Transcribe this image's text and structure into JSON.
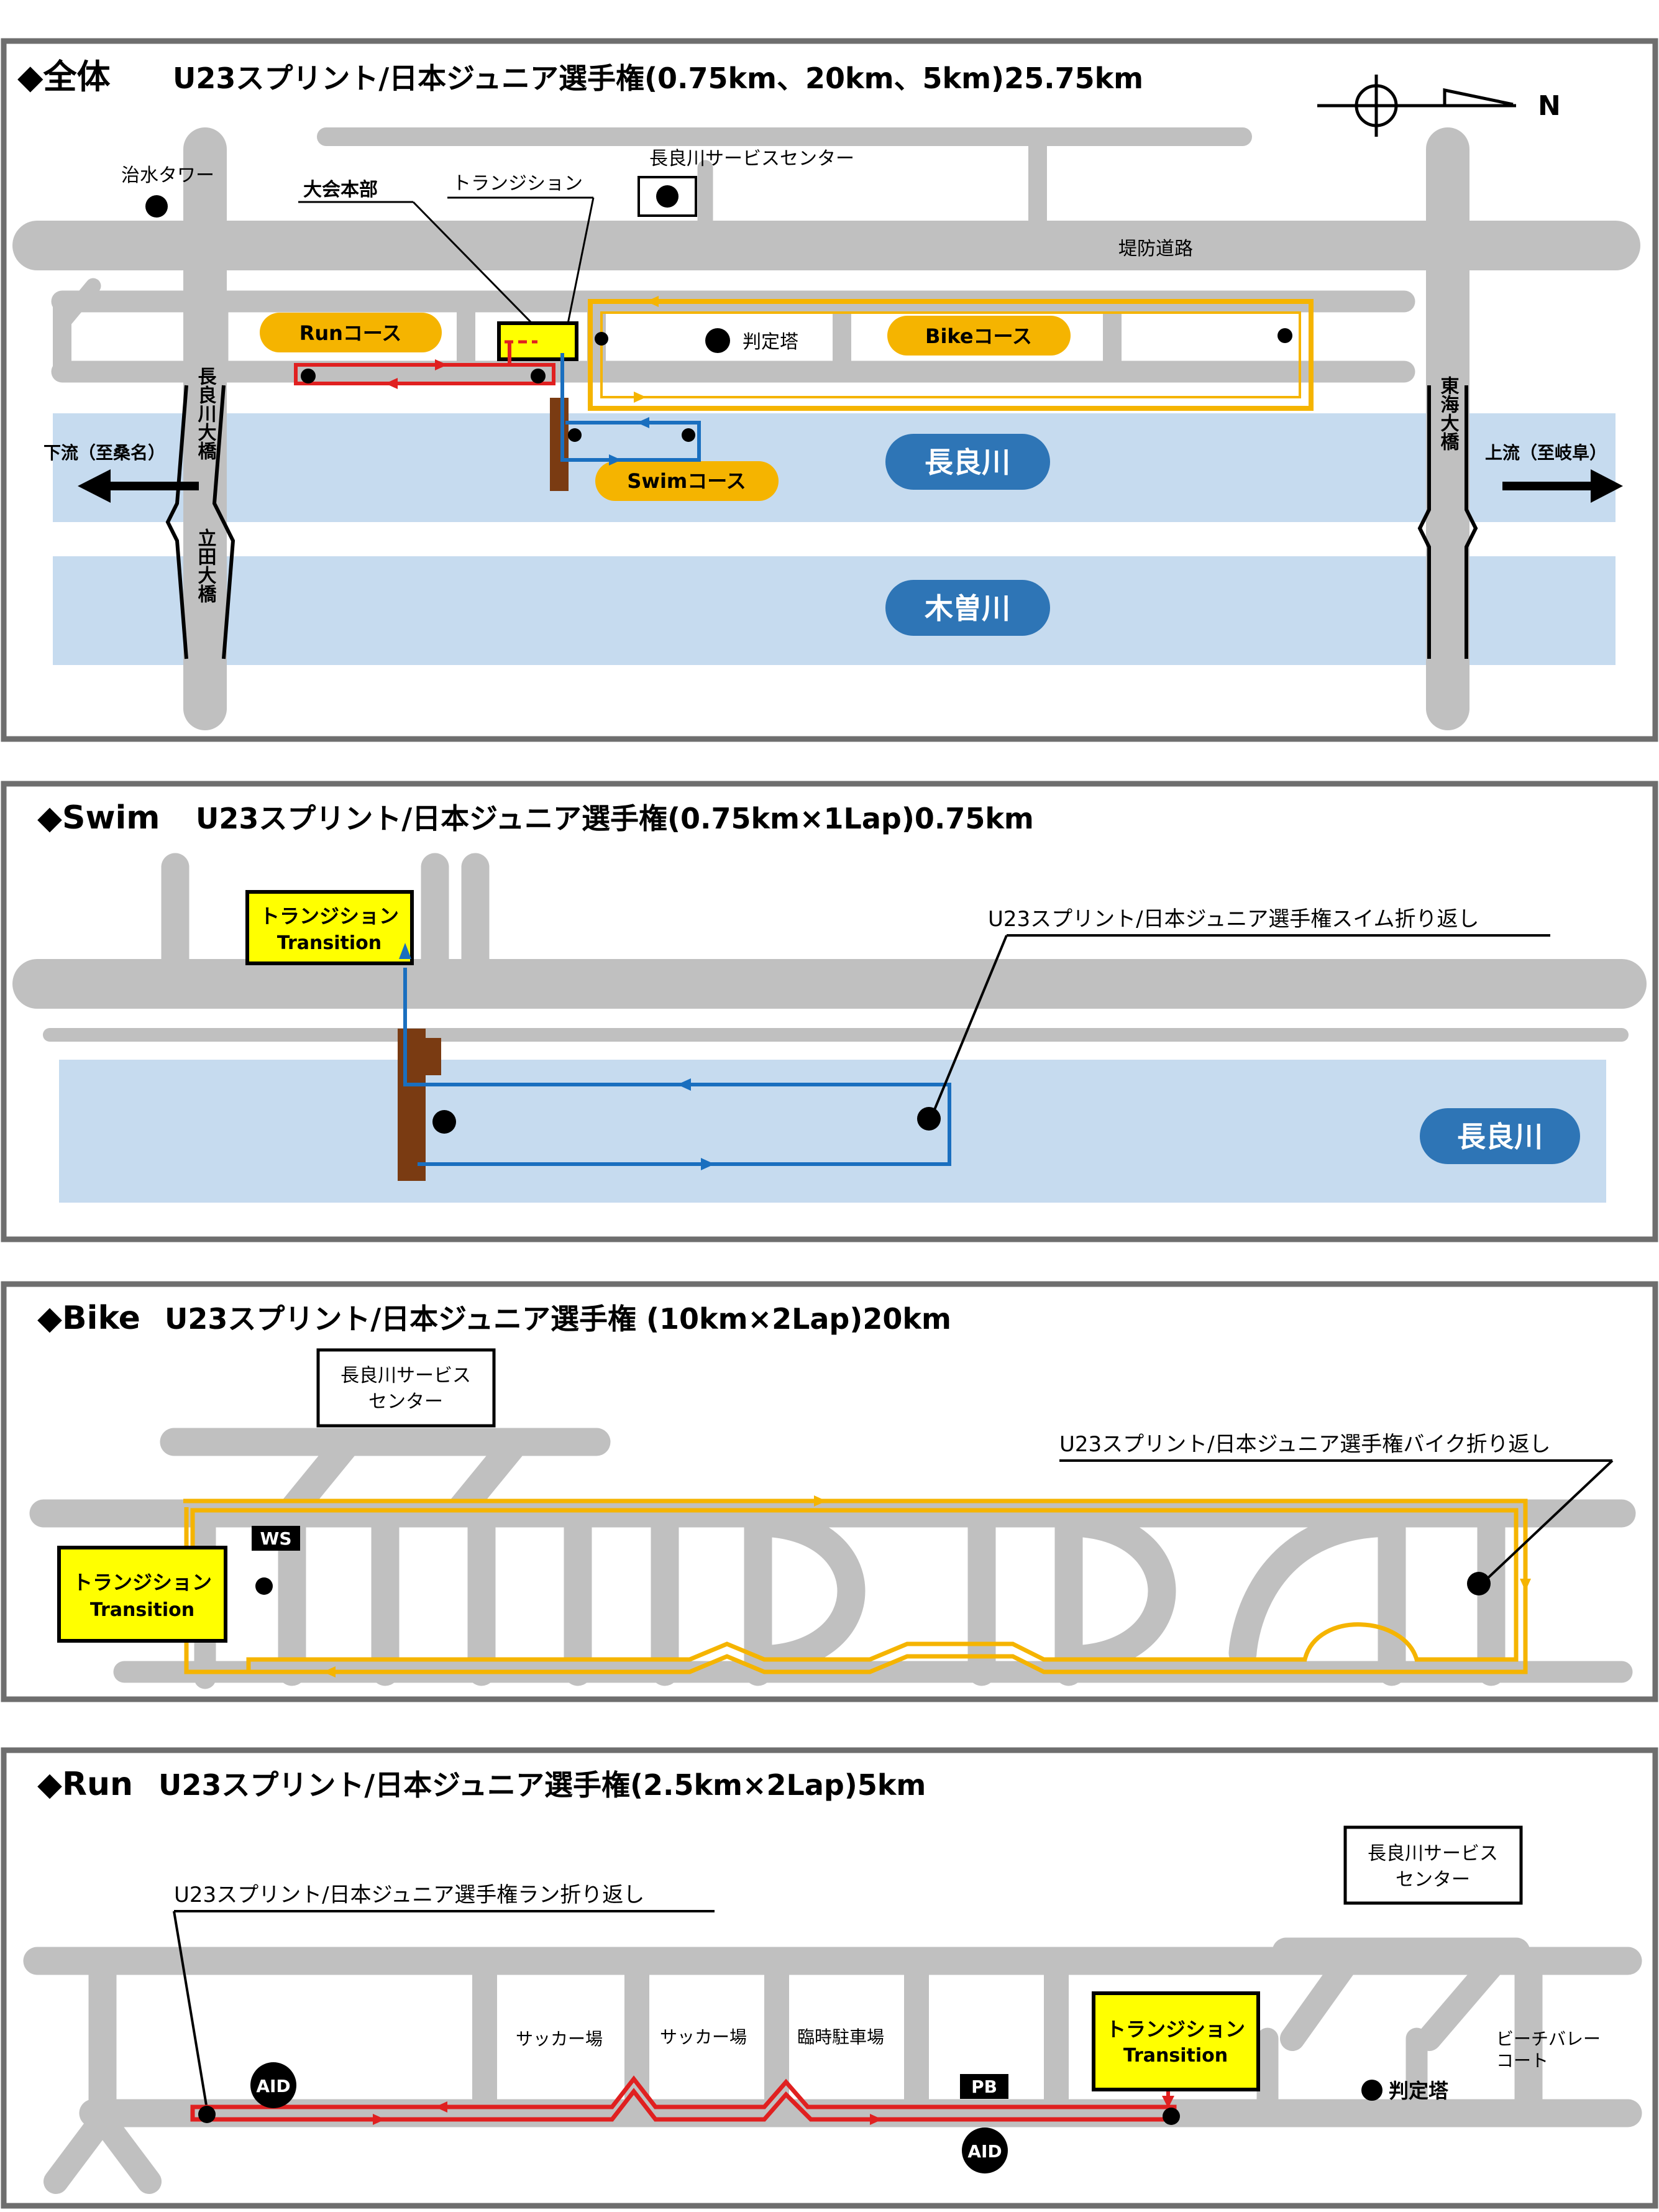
{
  "overview": {
    "heading": "◆全体",
    "title": "U23スプリント/日本ジュニア選手権(0.75km、20km、5km)25.75km",
    "north_label": "N",
    "labels": {
      "tower": "治水タワー",
      "hq": "大会本部",
      "transition": "トランジション",
      "service_center": "長良川サービスセンター",
      "levee_road": "堤防道路",
      "judge_tower": "判定塔",
      "run_course": "Runコース",
      "bike_course": "Bikeコース",
      "swim_course": "Swimコース",
      "river_nagara": "長良川",
      "river_kiso": "木曽川",
      "downstream": "下流（至桑名）",
      "upstream": "上流（至岐阜）",
      "bridge_nagaragawa": "長良川大橋",
      "bridge_tatsuta": "立田大橋",
      "bridge_tokai": "東海大橋"
    }
  },
  "swim": {
    "heading": "◆Swim",
    "title": "U23スプリント/日本ジュニア選手権(0.75km×1Lap)0.75km",
    "transition_ja": "トランジション",
    "transition_en": "Transition",
    "turn_label": "U23スプリント/日本ジュニア選手権スイム折り返し",
    "river": "長良川"
  },
  "bike": {
    "heading": "◆Bike",
    "title": "U23スプリント/日本ジュニア選手権 (10km×2Lap)20km",
    "service_center_1": "長良川サービス",
    "service_center_2": "センター",
    "transition_ja": "トランジション",
    "transition_en": "Transition",
    "ws": "WS",
    "turn_label": "U23スプリント/日本ジュニア選手権バイク折り返し"
  },
  "run": {
    "heading": "◆Run",
    "title": "U23スプリント/日本ジュニア選手権(2.5km×2Lap)5km",
    "turn_label": "U23スプリント/日本ジュニア選手権ラン折り返し",
    "service_center_1": "長良川サービス",
    "service_center_2": "センター",
    "transition_ja": "トランジション",
    "transition_en": "Transition",
    "soccer_1": "サッカー場",
    "soccer_2": "サッカー場",
    "parking": "臨時駐車場",
    "pb": "PB",
    "aid": "AID",
    "judge_tower": "判定塔",
    "beach_volley_1": "ビーチバレー",
    "beach_volley_2": "コート"
  },
  "colors": {
    "road": "#c0c0c0",
    "river": "#c6dbef",
    "river_label": "#2e75b6",
    "run": "#e02020",
    "bike": "#f5b400",
    "swim": "#1a6fbf",
    "transition": "#ffff00",
    "pier": "#7a3b12",
    "frame": "#6e6e6e"
  }
}
